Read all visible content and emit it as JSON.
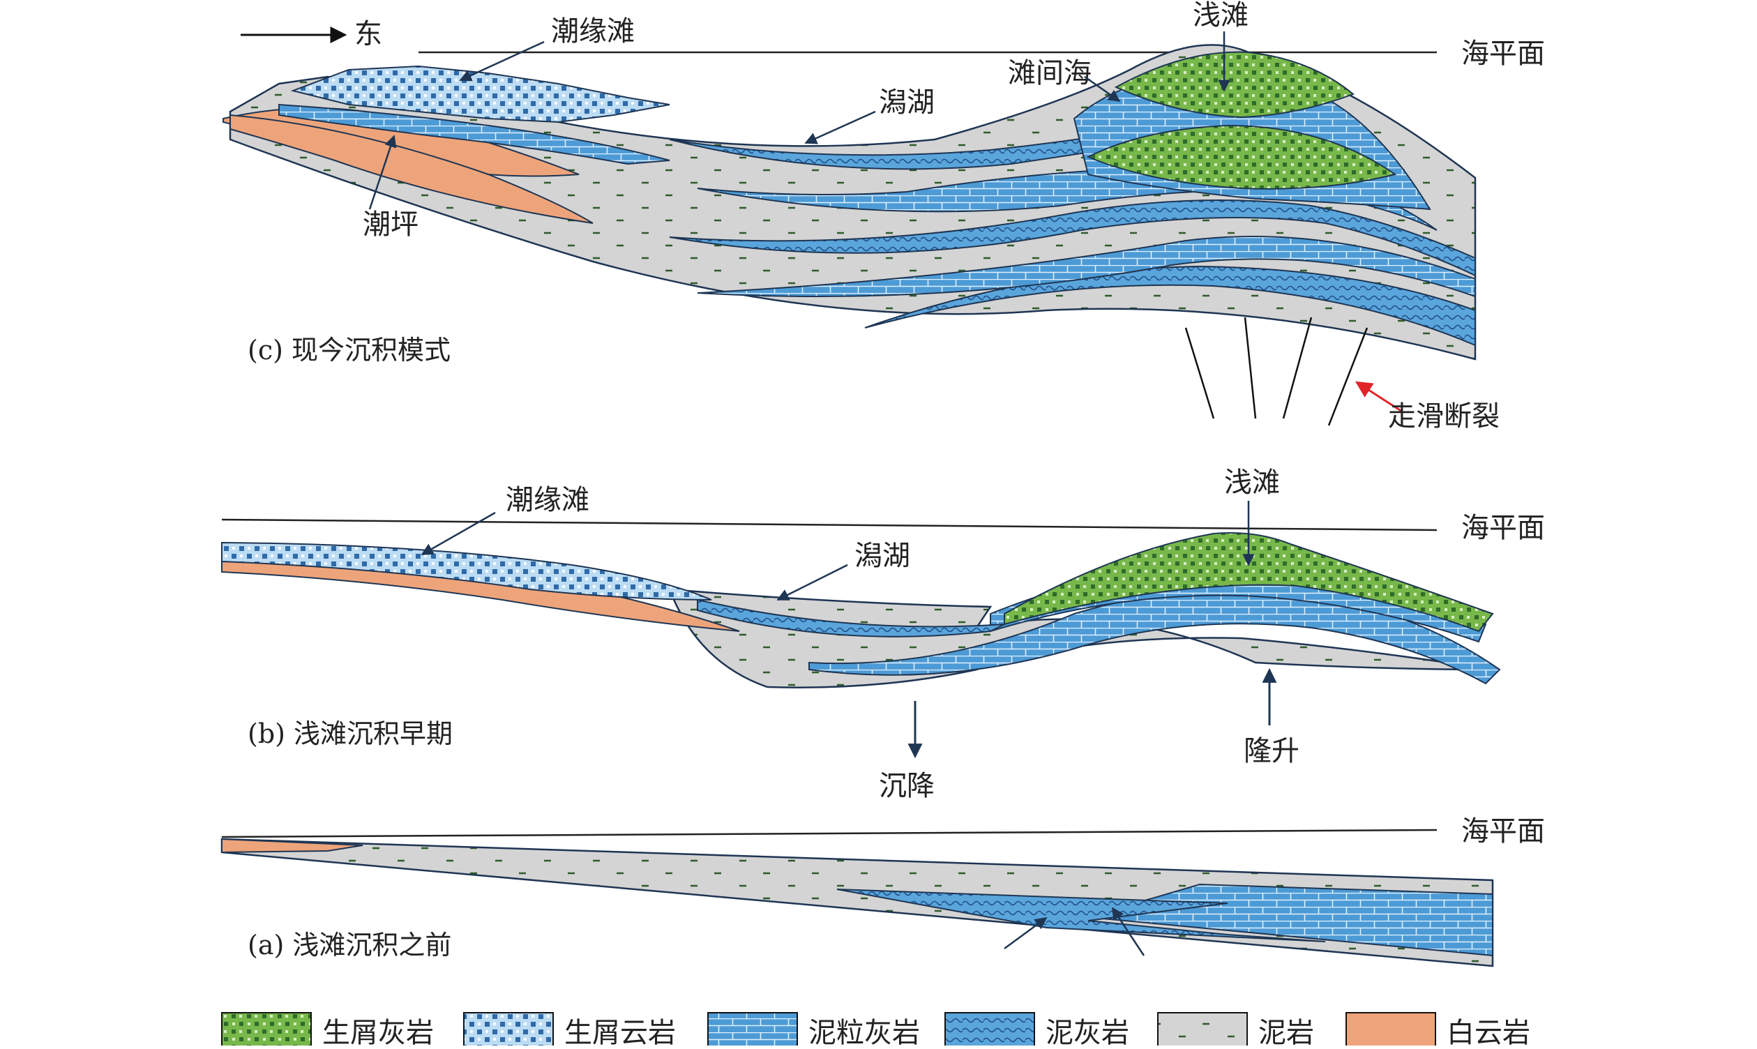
{
  "direction": {
    "label": "东"
  },
  "panels": {
    "c": {
      "caption": "(c) 现今沉积模式",
      "sea_level": "海平面",
      "labels": {
        "tidal_flat_shoal": "潮缘滩",
        "shoal": "浅滩",
        "inter_shoal_sea": "滩间海",
        "lagoon": "潟湖",
        "tidal_flat": "潮坪",
        "strike_slip_fault": "走滑断裂"
      }
    },
    "b": {
      "caption": "(b) 浅滩沉积早期",
      "sea_level": "海平面",
      "labels": {
        "tidal_flat_shoal": "潮缘滩",
        "shoal": "浅滩",
        "lagoon": "潟湖",
        "subsidence": "沉降",
        "uplift": "隆升"
      }
    },
    "a": {
      "caption": "(a) 浅滩沉积之前",
      "sea_level": "海平面"
    }
  },
  "legend": [
    {
      "key": "bioclastic_limestone",
      "label": "生屑灰岩",
      "pattern": "bioclastic-limestone"
    },
    {
      "key": "bioclastic_dolomite",
      "label": "生屑云岩",
      "pattern": "bioclastic-dolomite"
    },
    {
      "key": "packstone",
      "label": "泥粒灰岩",
      "pattern": "packstone"
    },
    {
      "key": "micrite",
      "label": "泥灰岩",
      "pattern": "micrite"
    },
    {
      "key": "mudstone",
      "label": "泥岩",
      "pattern": "mudstone"
    },
    {
      "key": "dolomite",
      "label": "白云岩",
      "pattern": "dolomite"
    }
  ],
  "colors": {
    "green": "#78b84a",
    "dark_green": "#2f6b2a",
    "blue": "#4d9bd6",
    "light_blue": "#9cc7ea",
    "gray": "#d4d4d4",
    "orange": "#eea47a",
    "outline": "#1e3553"
  }
}
